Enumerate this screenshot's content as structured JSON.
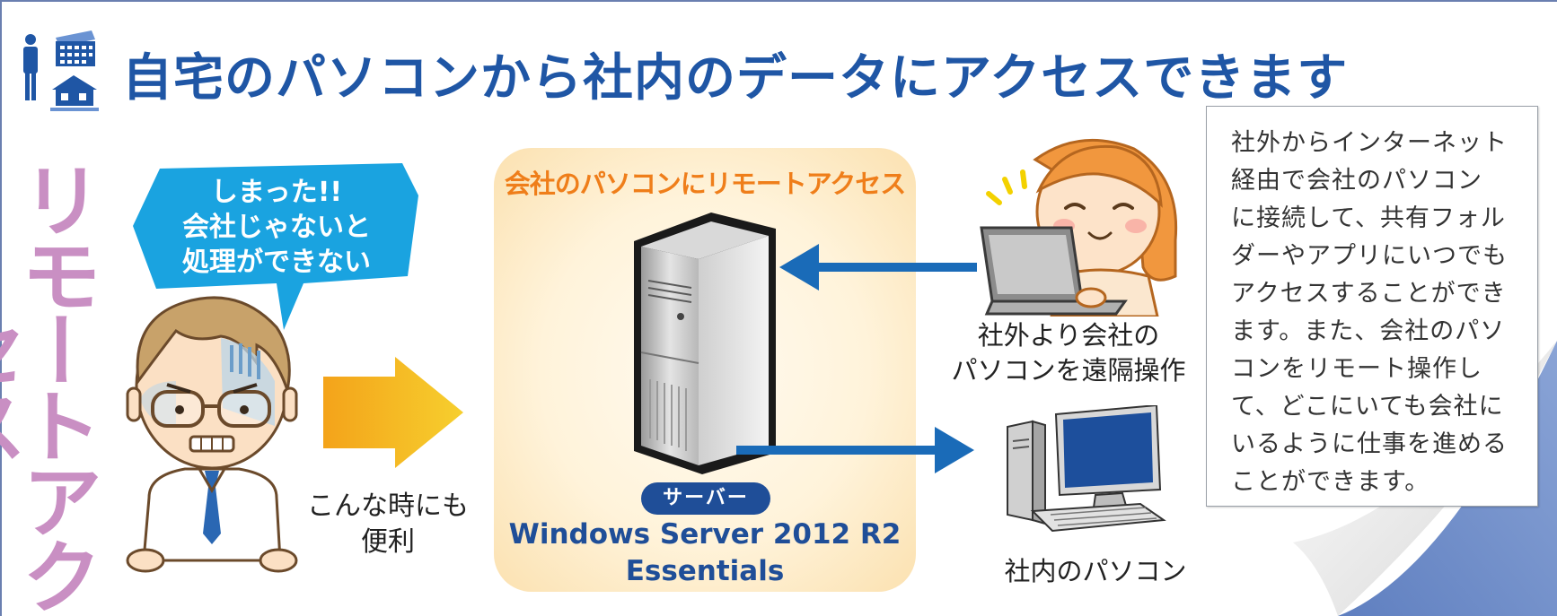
{
  "header": {
    "title": "自宅のパソコンから社内のデータにアクセスできます"
  },
  "side_label": "リモートアクセス",
  "speech_bubble": {
    "lines": [
      "しまった!!",
      "会社じゃないと",
      "処理ができない"
    ]
  },
  "convenient_caption": {
    "lines": [
      "こんな時にも",
      "便利"
    ]
  },
  "remote_panel": {
    "title": "会社のパソコンにリモートアクセス",
    "server_badge": "サーバー",
    "server_name_lines": [
      "Windows Server 2012 R2",
      "Essentials"
    ]
  },
  "remote_user_caption": {
    "lines": [
      "社外より会社の",
      "パソコンを遠隔操作"
    ]
  },
  "office_pc_caption": "社内のパソコン",
  "description": {
    "lines": [
      "社外からインターネット",
      "経由で会社のパソコン",
      "に接続して、共有フォル",
      "ダーやアプリにいつでも",
      "アクセスすることができ",
      "ます。また、会社のパソ",
      "コンをリモート操作し",
      "て、どこにいても会社に",
      "いるように仕事を進める",
      "ことができます。"
    ]
  },
  "colors": {
    "title_blue": "#1f56a5",
    "side_label_purple": "#c98fc3",
    "bubble_blue": "#1aa3e0",
    "panel_title_orange": "#ef7e1a",
    "arrow_blue": "#1a6bb8"
  },
  "icons": [
    "person-icon",
    "office-building-icon",
    "house-icon",
    "server-icon",
    "desktop-pc-icon",
    "laptop-icon"
  ]
}
